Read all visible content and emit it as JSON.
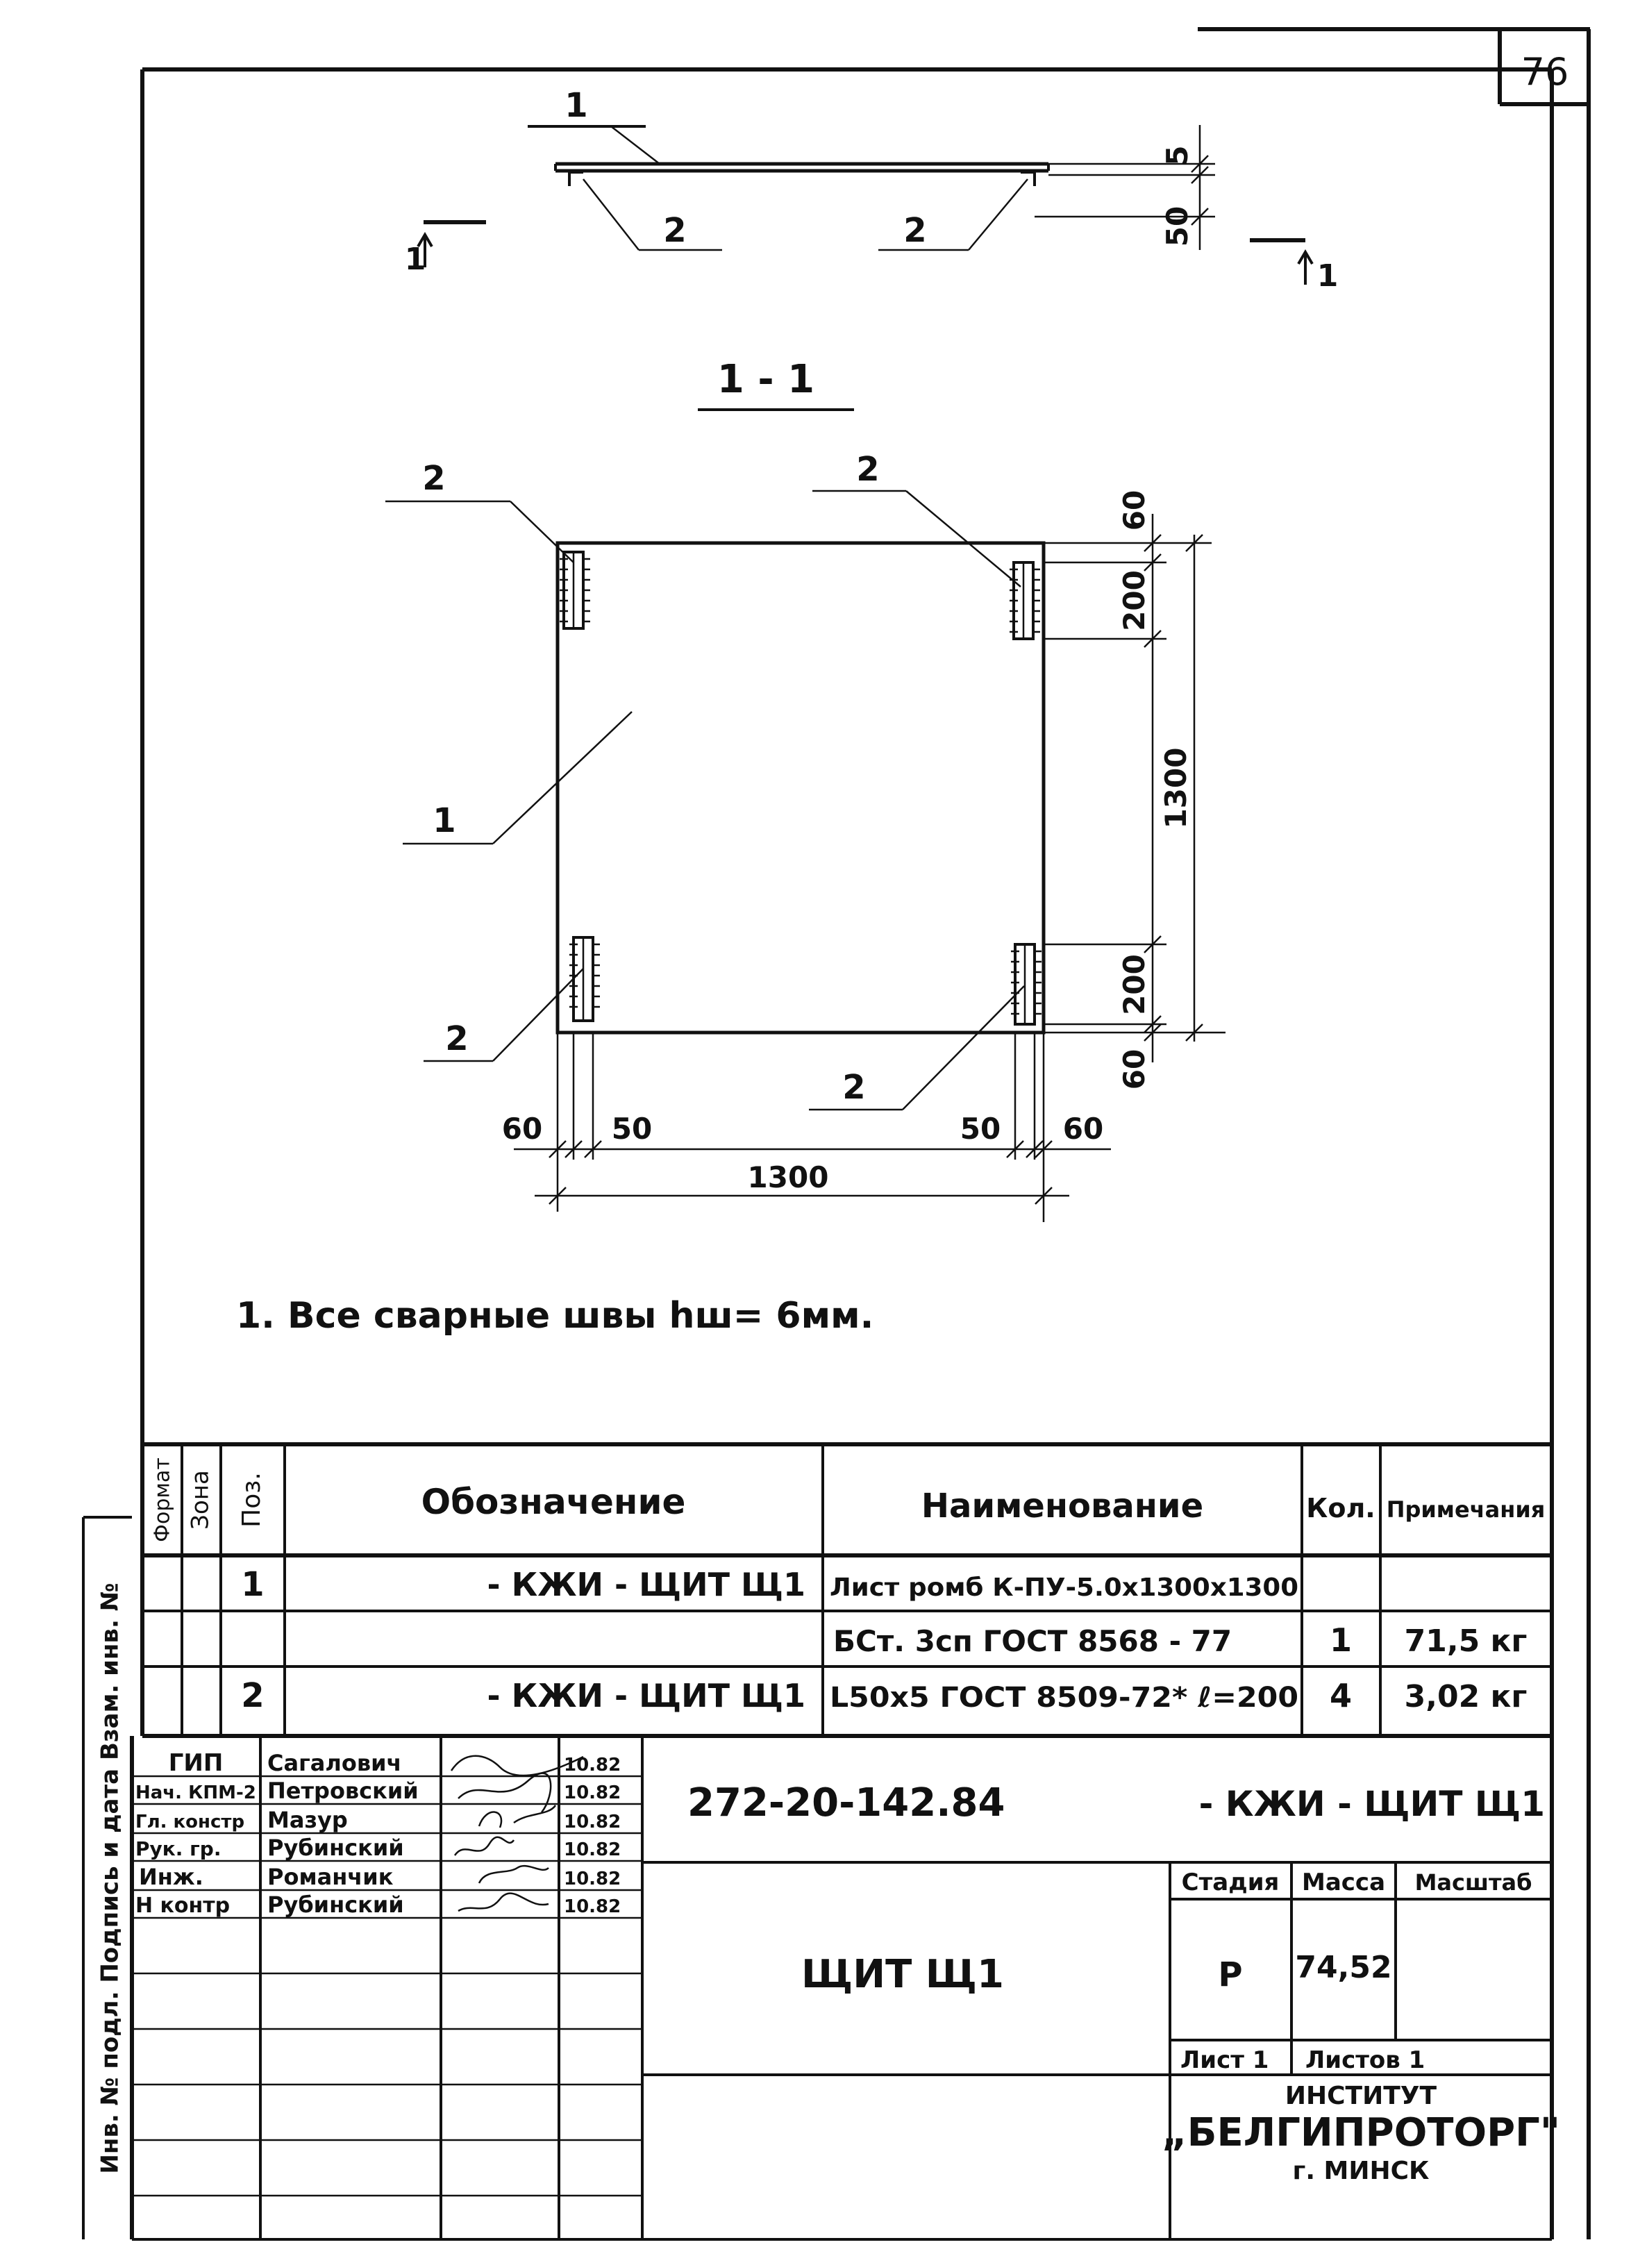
{
  "sheet": {
    "page_number": "76",
    "note": "1. Все сварные швы hш= 6мм.",
    "section_label": "1 - 1"
  },
  "drawing": {
    "callouts": {
      "top_1": "1",
      "top_2a": "2",
      "top_2b": "2",
      "section_mark_left": "1",
      "section_mark_right": "1",
      "plan_2_tl": "2",
      "plan_2_tr": "2",
      "plan_1": "1",
      "plan_2_bl": "2",
      "plan_2_br": "2"
    },
    "dims": {
      "thickness": "5",
      "angle_height": "50",
      "right_60_top": "60",
      "right_200_top": "200",
      "right_1300": "1300",
      "right_200_bottom": "200",
      "right_60_bottom": "60",
      "bottom_60_left": "60",
      "bottom_50_left": "50",
      "bottom_50_right": "50",
      "bottom_60_right": "60",
      "bottom_1300": "1300"
    }
  },
  "spec_table": {
    "headers": {
      "format": "Формат",
      "zone": "Зона",
      "pos": "Поз.",
      "designation": "Обозначение",
      "name": "Наименование",
      "qty": "Кол.",
      "note": "Примечания"
    },
    "rows": [
      {
        "pos": "1",
        "designation": "- КЖИ - ЩИТ Щ1",
        "name": "Лист ромб К-ПУ-5.0х1300х1300",
        "qty": "",
        "note": ""
      },
      {
        "pos": "",
        "designation": "",
        "name": "БСт. 3сп ГОСТ 8568 - 77",
        "qty": "1",
        "note": "71,5 кг"
      },
      {
        "pos": "2",
        "designation": "- КЖИ - ЩИТ Щ1",
        "name": "L50х5 ГОСТ 8509-72* ℓ=200",
        "qty": "4",
        "note": "3,02 кг"
      }
    ]
  },
  "title_block": {
    "staff": [
      {
        "role": "ГИП",
        "name": "Сагалович",
        "date": "10.82"
      },
      {
        "role": "Нач. КПМ-2",
        "name": "Петровский",
        "date": "10.82"
      },
      {
        "role": "Гл. констр",
        "name": "Мазур",
        "date": "10.82"
      },
      {
        "role": "Рук. гр.",
        "name": "Рубинский",
        "date": "10.82"
      },
      {
        "role": "Инж.",
        "name": "Романчик",
        "date": "10.82"
      },
      {
        "role": "Н контр",
        "name": "Рубинский",
        "date": "10.82"
      }
    ],
    "doc_code": "272-20-142.84",
    "doc_suffix": "- КЖИ - ЩИТ Щ1",
    "object_name": "ЩИТ Щ1",
    "stage_label": "Стадия",
    "mass_label": "Масса",
    "scale_label": "Масштаб",
    "stage_value": "Р",
    "mass_value": "74,52",
    "sheet_label": "Лист 1",
    "sheets_label": "Листов 1",
    "org_line1": "ИНСТИТУТ",
    "org_line2": "„БЕЛГИПРОТОРГ\"",
    "org_line3": "г. МИНСК"
  },
  "side_strip": {
    "text": "Инв. № подл.   Подпись и дата   Взам. инв. №"
  }
}
